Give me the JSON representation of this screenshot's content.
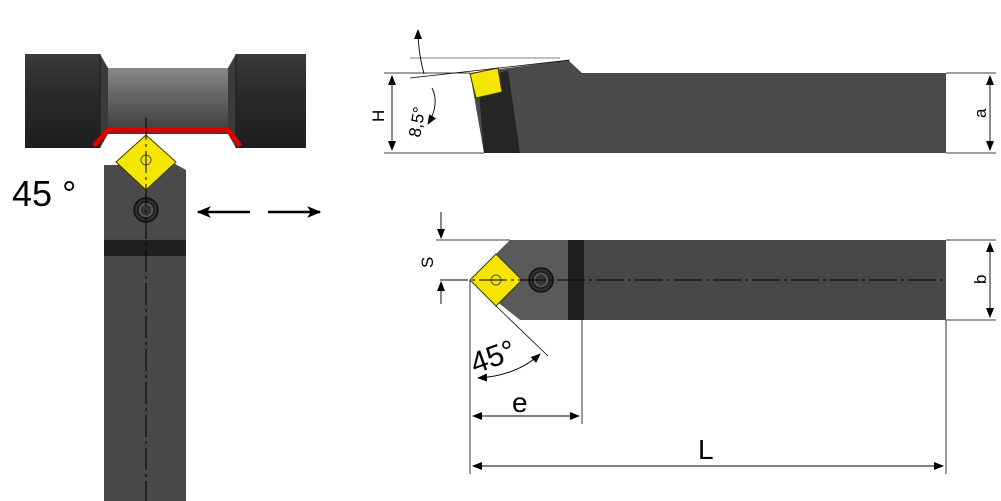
{
  "labels": {
    "angle_left": "45 °",
    "H": "H",
    "a": "a",
    "angle_rake": "8,5°",
    "S": "S",
    "b": "b",
    "angle_bottom": "45°",
    "e": "e",
    "L": "L"
  },
  "colors": {
    "body": "#484848",
    "body_light": "#5a5a5a",
    "insert": "#f4e600",
    "highlight_red": "#e00000",
    "workpiece_dark": "#2f2f2f",
    "workpiece_mid": "#6b6b6b"
  }
}
